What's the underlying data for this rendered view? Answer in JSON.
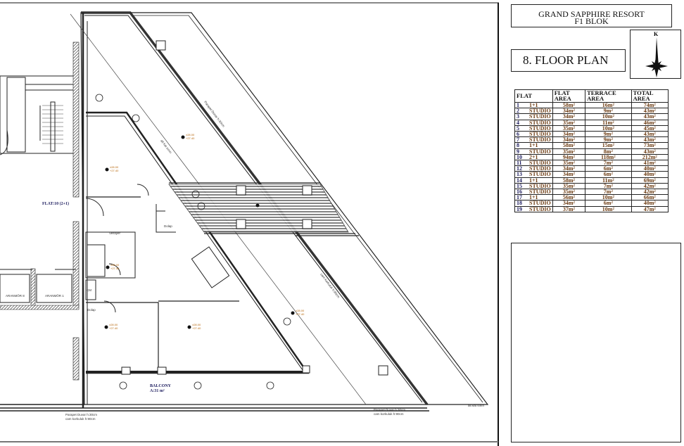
{
  "title_block": {
    "project": "GRAND SAPPHIRE RESORT",
    "block": "F1 BLOK",
    "floor_title": "8. FLOOR PLAN",
    "north_label": "K"
  },
  "area_table": {
    "headers": [
      "FLAT",
      "FLAT AREA",
      "TERRACE AREA",
      "TOTAL AREA"
    ],
    "rows": [
      [
        "1",
        "1+1",
        "58m²",
        "16m²",
        "74m²"
      ],
      [
        "2",
        "STUDIO",
        "34m²",
        "9m²",
        "43m²"
      ],
      [
        "3",
        "STUDIO",
        "34m²",
        "10m²",
        "43m²"
      ],
      [
        "4",
        "STUDIO",
        "35m²",
        "11m²",
        "46m²"
      ],
      [
        "5",
        "STUDIO",
        "35m²",
        "10m²",
        "45m²"
      ],
      [
        "6",
        "STUDIO",
        "34m²",
        "9m²",
        "43m²"
      ],
      [
        "7",
        "STUDIO",
        "34m²",
        "9m²",
        "43m²"
      ],
      [
        "8",
        "1+1",
        "58m²",
        "15m²",
        "73m²"
      ],
      [
        "9",
        "STUDIO",
        "35m²",
        "8m²",
        "43m²"
      ],
      [
        "10",
        "2+1",
        "94m²",
        "118m²",
        "212m²"
      ],
      [
        "11",
        "STUDIO",
        "35m²",
        "7m²",
        "41m²"
      ],
      [
        "12",
        "STUDIO",
        "34m²",
        "6m²",
        "40m²"
      ],
      [
        "13",
        "STUDIO",
        "34m²",
        "6m²",
        "40m²"
      ],
      [
        "14",
        "1+1",
        "58m²",
        "11m²",
        "69m²"
      ],
      [
        "15",
        "STUDIO",
        "35m²",
        "7m²",
        "42m²"
      ],
      [
        "16",
        "STUDIO",
        "35m²",
        "7m²",
        "42m²"
      ],
      [
        "17",
        "1+1",
        "56m²",
        "10m²",
        "66m²"
      ],
      [
        "18",
        "STUDIO",
        "34m²",
        "6m²",
        "40m²"
      ],
      [
        "19",
        "STUDIO",
        "37m²",
        "10m²",
        "47m²"
      ]
    ]
  },
  "plan": {
    "flat_label": "FLAT:10 (2+1)",
    "balcony_label": "BALCONY",
    "balcony_area": "A:31 m²",
    "parapet_note": "Parapet Duvar h:30cm",
    "railing_note": "cam korkuluk h:90cm",
    "closet": "Dolap",
    "coat_rack": "Vestiyer",
    "storage_1": "ARANMÖR 8",
    "storage_2": "ARANMÖR 1",
    "elev_top": "±28.00",
    "elev_bottom": "+27.40",
    "cm": "CM",
    "lower_floor": "alt kat sınırı"
  }
}
